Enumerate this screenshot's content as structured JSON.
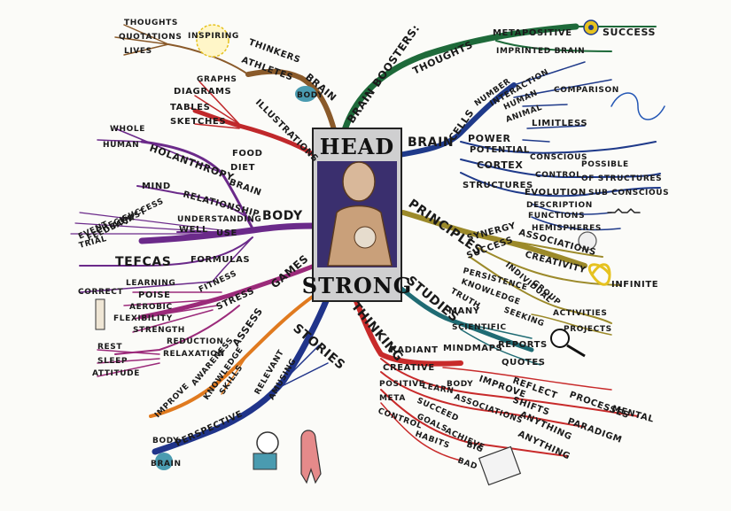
{
  "central": {
    "top": "HEAD",
    "bottom": "STRONG"
  },
  "colors": {
    "green": "#1e6a3a",
    "navy": "#1f3a8a",
    "olive": "#9c8a2a",
    "teal": "#1f6b73",
    "red": "#c0282b",
    "blue": "#2457b5",
    "orange": "#e07a1f",
    "magenta": "#9b2a7a",
    "purple": "#6b2a8a",
    "brown": "#8a5a2a",
    "red2": "#c82a2a",
    "navy2": "#20348a"
  },
  "branches": {
    "brain_boosters": {
      "main": "BRAIN BOOSTERS:",
      "sub1": "THOUGHTS",
      "metapositive": "METAPOSITIVE",
      "success": "SUCCESS",
      "imprinted": "IMPRINTED BRAIN"
    },
    "brain_body": {
      "brain": "BRAIN",
      "body": "BODY",
      "thinkers": "THINKERS",
      "athletes": "ATHLETES",
      "inspiring": "INSPIRING",
      "thoughts": "THOUGHTS",
      "quotations": "QUOTATIONS",
      "lives": "LIVES"
    },
    "brain_cells": {
      "brain": "BRAIN",
      "cells": "CELLS",
      "number": "NUMBER",
      "interaction": "INTERACTION",
      "human": "HUMAN",
      "animal": "ANIMAL",
      "comparison": "COMPARISON",
      "power": "POWER",
      "potential": "POTENTIAL",
      "limitless": "LIMITLESS",
      "cortex": "CORTEX",
      "conscious": "CONSCIOUS",
      "control": "CONTROL",
      "possible": "POSSIBLE",
      "of_structures": "OF STRUCTURES",
      "sub_conscious": "SUB CONSCIOUS",
      "structures": "STRUCTURES",
      "evolution": "EVOLUTION",
      "description": "DESCRIPTION",
      "functions": "FUNCTIONS",
      "hemispheres": "HEMISPHERES"
    },
    "illustrations": {
      "main": "ILLUSTRATIONS",
      "graphs": "GRAPHS",
      "diagrams": "DIAGRAMS",
      "tables": "TABLES",
      "sketches": "SKETCHES"
    },
    "principles": {
      "main": "PRINCIPLES",
      "synergy": "SYNERGY",
      "associations": "ASSOCIATIONS",
      "success": "SUCCESS",
      "creativity": "CREATIVITY",
      "persistence": "PERSISTENCE",
      "individual": "INDIVIDUAL",
      "group": "GROUP",
      "knowledge": "KNOWLEDGE",
      "truth": "TRUTH",
      "infinite": "INFINITE"
    },
    "body": {
      "main": "BODY",
      "brain": "BRAIN",
      "food": "FOOD",
      "diet": "DIET",
      "holanthropy": "HOLANTHROPY",
      "whole": "WHOLE",
      "human": "HUMAN",
      "relationship": "RELATIONSHIP",
      "mind": "MIND",
      "understanding": "UNDERSTANDING",
      "well": "WELL",
      "use": "USE",
      "success": "SUCCESS",
      "adjust": "ADJUST",
      "check": "CHECK",
      "feedback": "FEEDBACK",
      "event": "EVENT",
      "trial": "TRIAL",
      "tefcas": "TEFCAS",
      "formulas": "FORMULAS",
      "correct": "CORRECT",
      "learning": "LEARNING"
    },
    "studies": {
      "main": "STUDIES",
      "many": "MANY",
      "seeking": "SEEKING",
      "activities": "ACTIVITIES",
      "projects": "PROJECTS",
      "scientific": "SCIENTIFIC",
      "reports": "REPORTS",
      "quotes": "QUOTES"
    },
    "games": {
      "main": "GAMES",
      "stress": "STRESS",
      "fitness": "FITNESS",
      "poise": "POISE",
      "aerobic": "AEROBIC",
      "flexibility": "FLEXIBILITY",
      "strength": "STRENGTH",
      "reduction": "REDUCTION",
      "relaxation": "RELAXATION",
      "rest": "REST",
      "sleep": "SLEEP",
      "attitude": "ATTITUDE"
    },
    "assess": {
      "main": "ASSESS",
      "awareness": "AWARENESS",
      "knowledge": "KNOWLEDGE",
      "skills": "SKILLS",
      "improve": "IMPROVE"
    },
    "thinking": {
      "main": "THINKING",
      "radiant": "RADIANT",
      "mindmaps": "MINDMAPS",
      "creative": "CREATIVE",
      "body": "BODY",
      "improve": "IMPROVE",
      "reflect": "REFLECT",
      "processes": "PROCESSES",
      "mental": "MENTAL",
      "shifts": "SHIFTS",
      "paradigm": "PARADIGM",
      "positive": "POSITIVE",
      "learn": "LEARN",
      "associations": "ASSOCIATIONS",
      "anything1": "ANYTHING",
      "anything2": "ANYTHING",
      "meta": "META",
      "succeed": "SUCCEED",
      "goals": "GOALS",
      "achieve": "ACHIEVE",
      "control": "CONTROL",
      "habits": "HABITS",
      "big": "BIG",
      "bad": "BAD"
    },
    "stories": {
      "main": "STORIES",
      "relevant": "RELEVANT",
      "amusing": "AMUSING",
      "perspective": "PERSPECTIVE",
      "body": "BODY",
      "brain": "BRAIN"
    }
  }
}
